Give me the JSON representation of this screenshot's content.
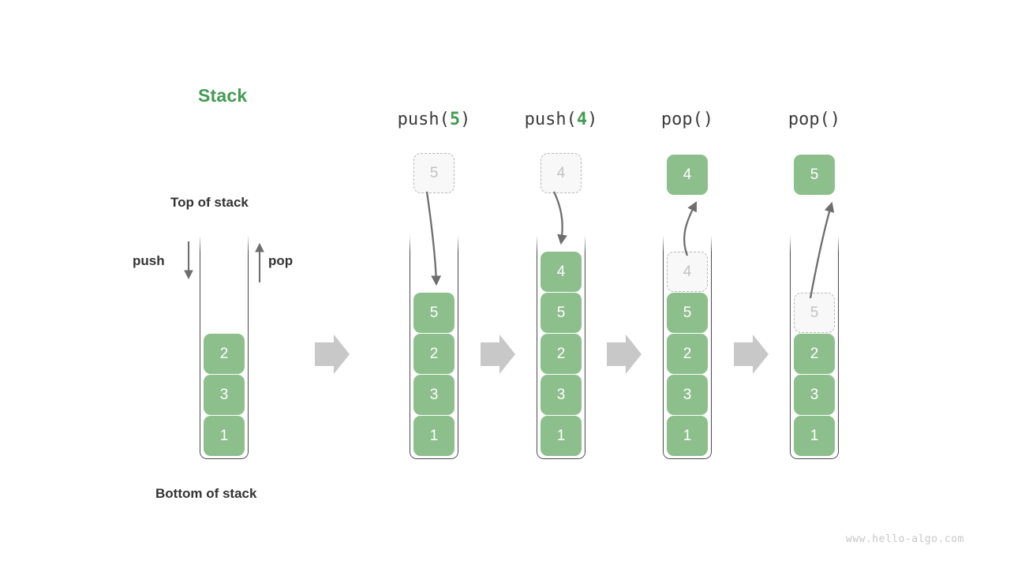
{
  "diagram": {
    "title": "Stack",
    "title_color": "#449a52",
    "cell_color": "#8cbf8c",
    "ghost_color": "#c2c2c2",
    "arrow_color": "#c8c8c8",
    "watermark": "www.hello-algo.com",
    "labels": {
      "top_of_stack": "Top of stack",
      "bottom_of_stack": "Bottom of stack",
      "push": "push",
      "pop": "pop"
    },
    "columns": [
      {
        "id": "initial",
        "caption_prefix": "",
        "caption_arg": "",
        "caption_suffix": "",
        "cells": [
          "1",
          "3",
          "2"
        ],
        "float": null
      },
      {
        "id": "push-5",
        "caption_prefix": "push(",
        "caption_arg": "5",
        "caption_suffix": ")",
        "cells": [
          "1",
          "3",
          "2",
          "5"
        ],
        "float": {
          "value": "5",
          "state": "ghost",
          "direction": "in"
        }
      },
      {
        "id": "push-4",
        "caption_prefix": "push(",
        "caption_arg": "4",
        "caption_suffix": ")",
        "cells": [
          "1",
          "3",
          "2",
          "5",
          "4"
        ],
        "float": {
          "value": "4",
          "state": "ghost",
          "direction": "in"
        }
      },
      {
        "id": "pop-1",
        "caption_prefix": "pop(",
        "caption_arg": "",
        "caption_suffix": ")",
        "cells": [
          "1",
          "3",
          "2",
          "5",
          "4"
        ],
        "top_is_ghost": true,
        "float": {
          "value": "4",
          "state": "filled",
          "direction": "out"
        }
      },
      {
        "id": "pop-2",
        "caption_prefix": "pop(",
        "caption_arg": "",
        "caption_suffix": ")",
        "cells": [
          "1",
          "3",
          "2",
          "5"
        ],
        "top_is_ghost": true,
        "float": {
          "value": "5",
          "state": "filled",
          "direction": "out"
        }
      }
    ]
  }
}
